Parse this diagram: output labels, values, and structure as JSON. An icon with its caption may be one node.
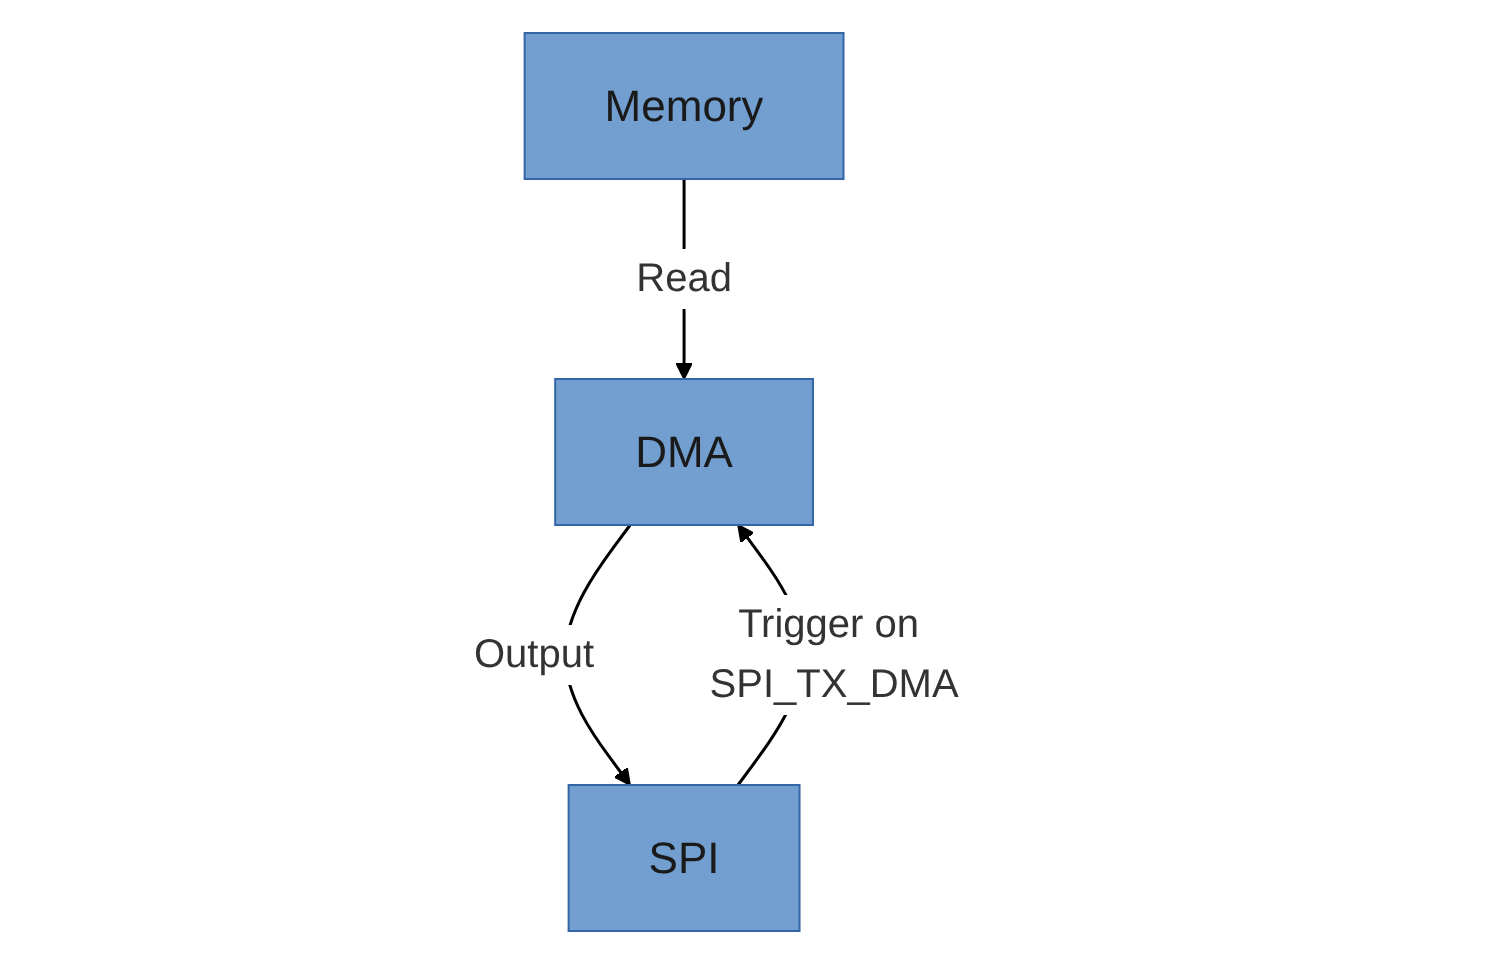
{
  "diagram": {
    "nodes": [
      {
        "text": [
          "Memory"
        ]
      },
      {
        "text": [
          "DMA"
        ]
      },
      {
        "text": [
          "SPI"
        ]
      }
    ],
    "edges": [
      {
        "from": 0,
        "to": 1,
        "arrow": "to",
        "label": "Read"
      },
      {
        "from": 1,
        "to": 2,
        "arrow": "to",
        "label": "Output"
      },
      {
        "from": 2,
        "to": 1,
        "arrow": "to",
        "label": "Trigger on SPI_TX_DMA"
      }
    ]
  }
}
